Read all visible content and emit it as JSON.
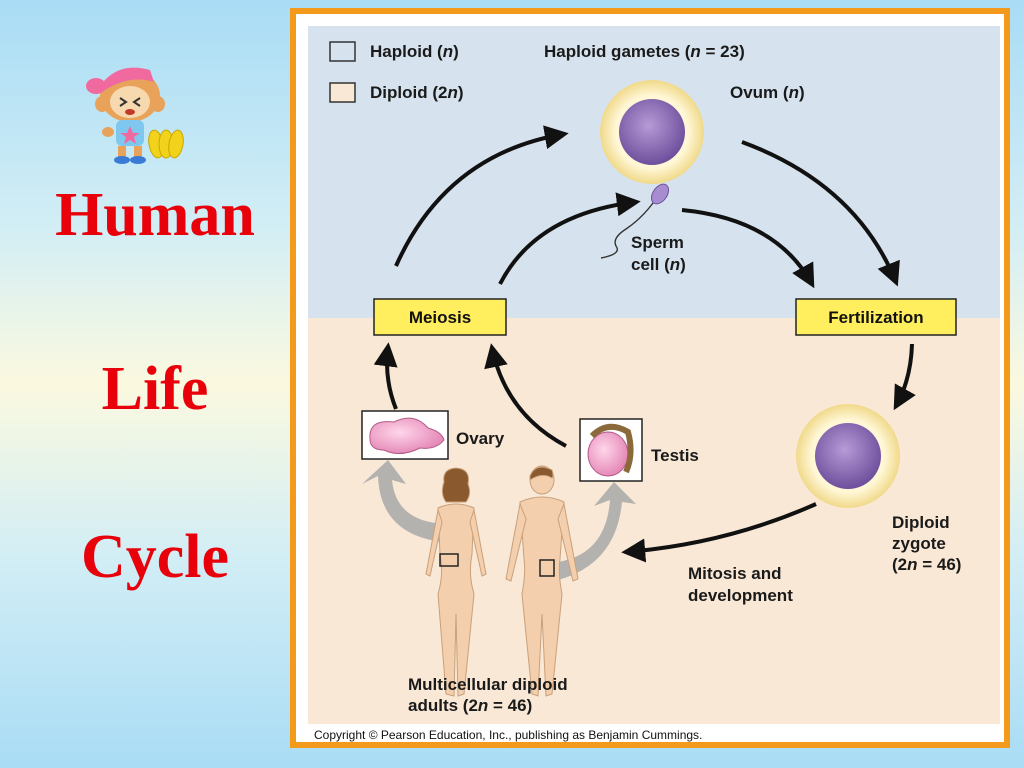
{
  "sidebar": {
    "title_line1": "Human",
    "title_line2": "Life",
    "title_line3": "Cycle"
  },
  "legend": {
    "haploid_label": "Haploid (",
    "haploid_n": "n",
    "haploid_close": ")",
    "diploid_label": "Diploid (2",
    "diploid_n": "n",
    "diploid_close": ")"
  },
  "diagram": {
    "gametes_label_a": "Haploid gametes (",
    "gametes_label_n": "n",
    "gametes_label_b": " = 23)",
    "ovum_a": "Ovum (",
    "ovum_n": "n",
    "ovum_b": ")",
    "sperm_line1": "Sperm",
    "sperm_line2_a": "cell (",
    "sperm_line2_n": "n",
    "sperm_line2_b": ")",
    "meiosis": "Meiosis",
    "fertilization": "Fertilization",
    "ovary": "Ovary",
    "testis": "Testis",
    "zygote_line1": "Diploid",
    "zygote_line2": "zygote",
    "zygote_line3_a": "(2",
    "zygote_line3_n": "n",
    "zygote_line3_b": " = 46)",
    "mitosis_line1": "Mitosis and",
    "mitosis_line2": "development",
    "adults_line1": "Multicellular diploid",
    "adults_line2_a": "adults (2",
    "adults_line2_n": "n",
    "adults_line2_b": " = 46)",
    "copyright": "Copyright © Pearson Education, Inc., publishing as Benjamin Cummings."
  },
  "colors": {
    "title_red": "#e8000b",
    "frame_orange": "#f39a1c",
    "haploid_bg": "#d6e3ee",
    "diploid_bg": "#f9e8d6",
    "label_box_yellow": "#ffef5e"
  }
}
